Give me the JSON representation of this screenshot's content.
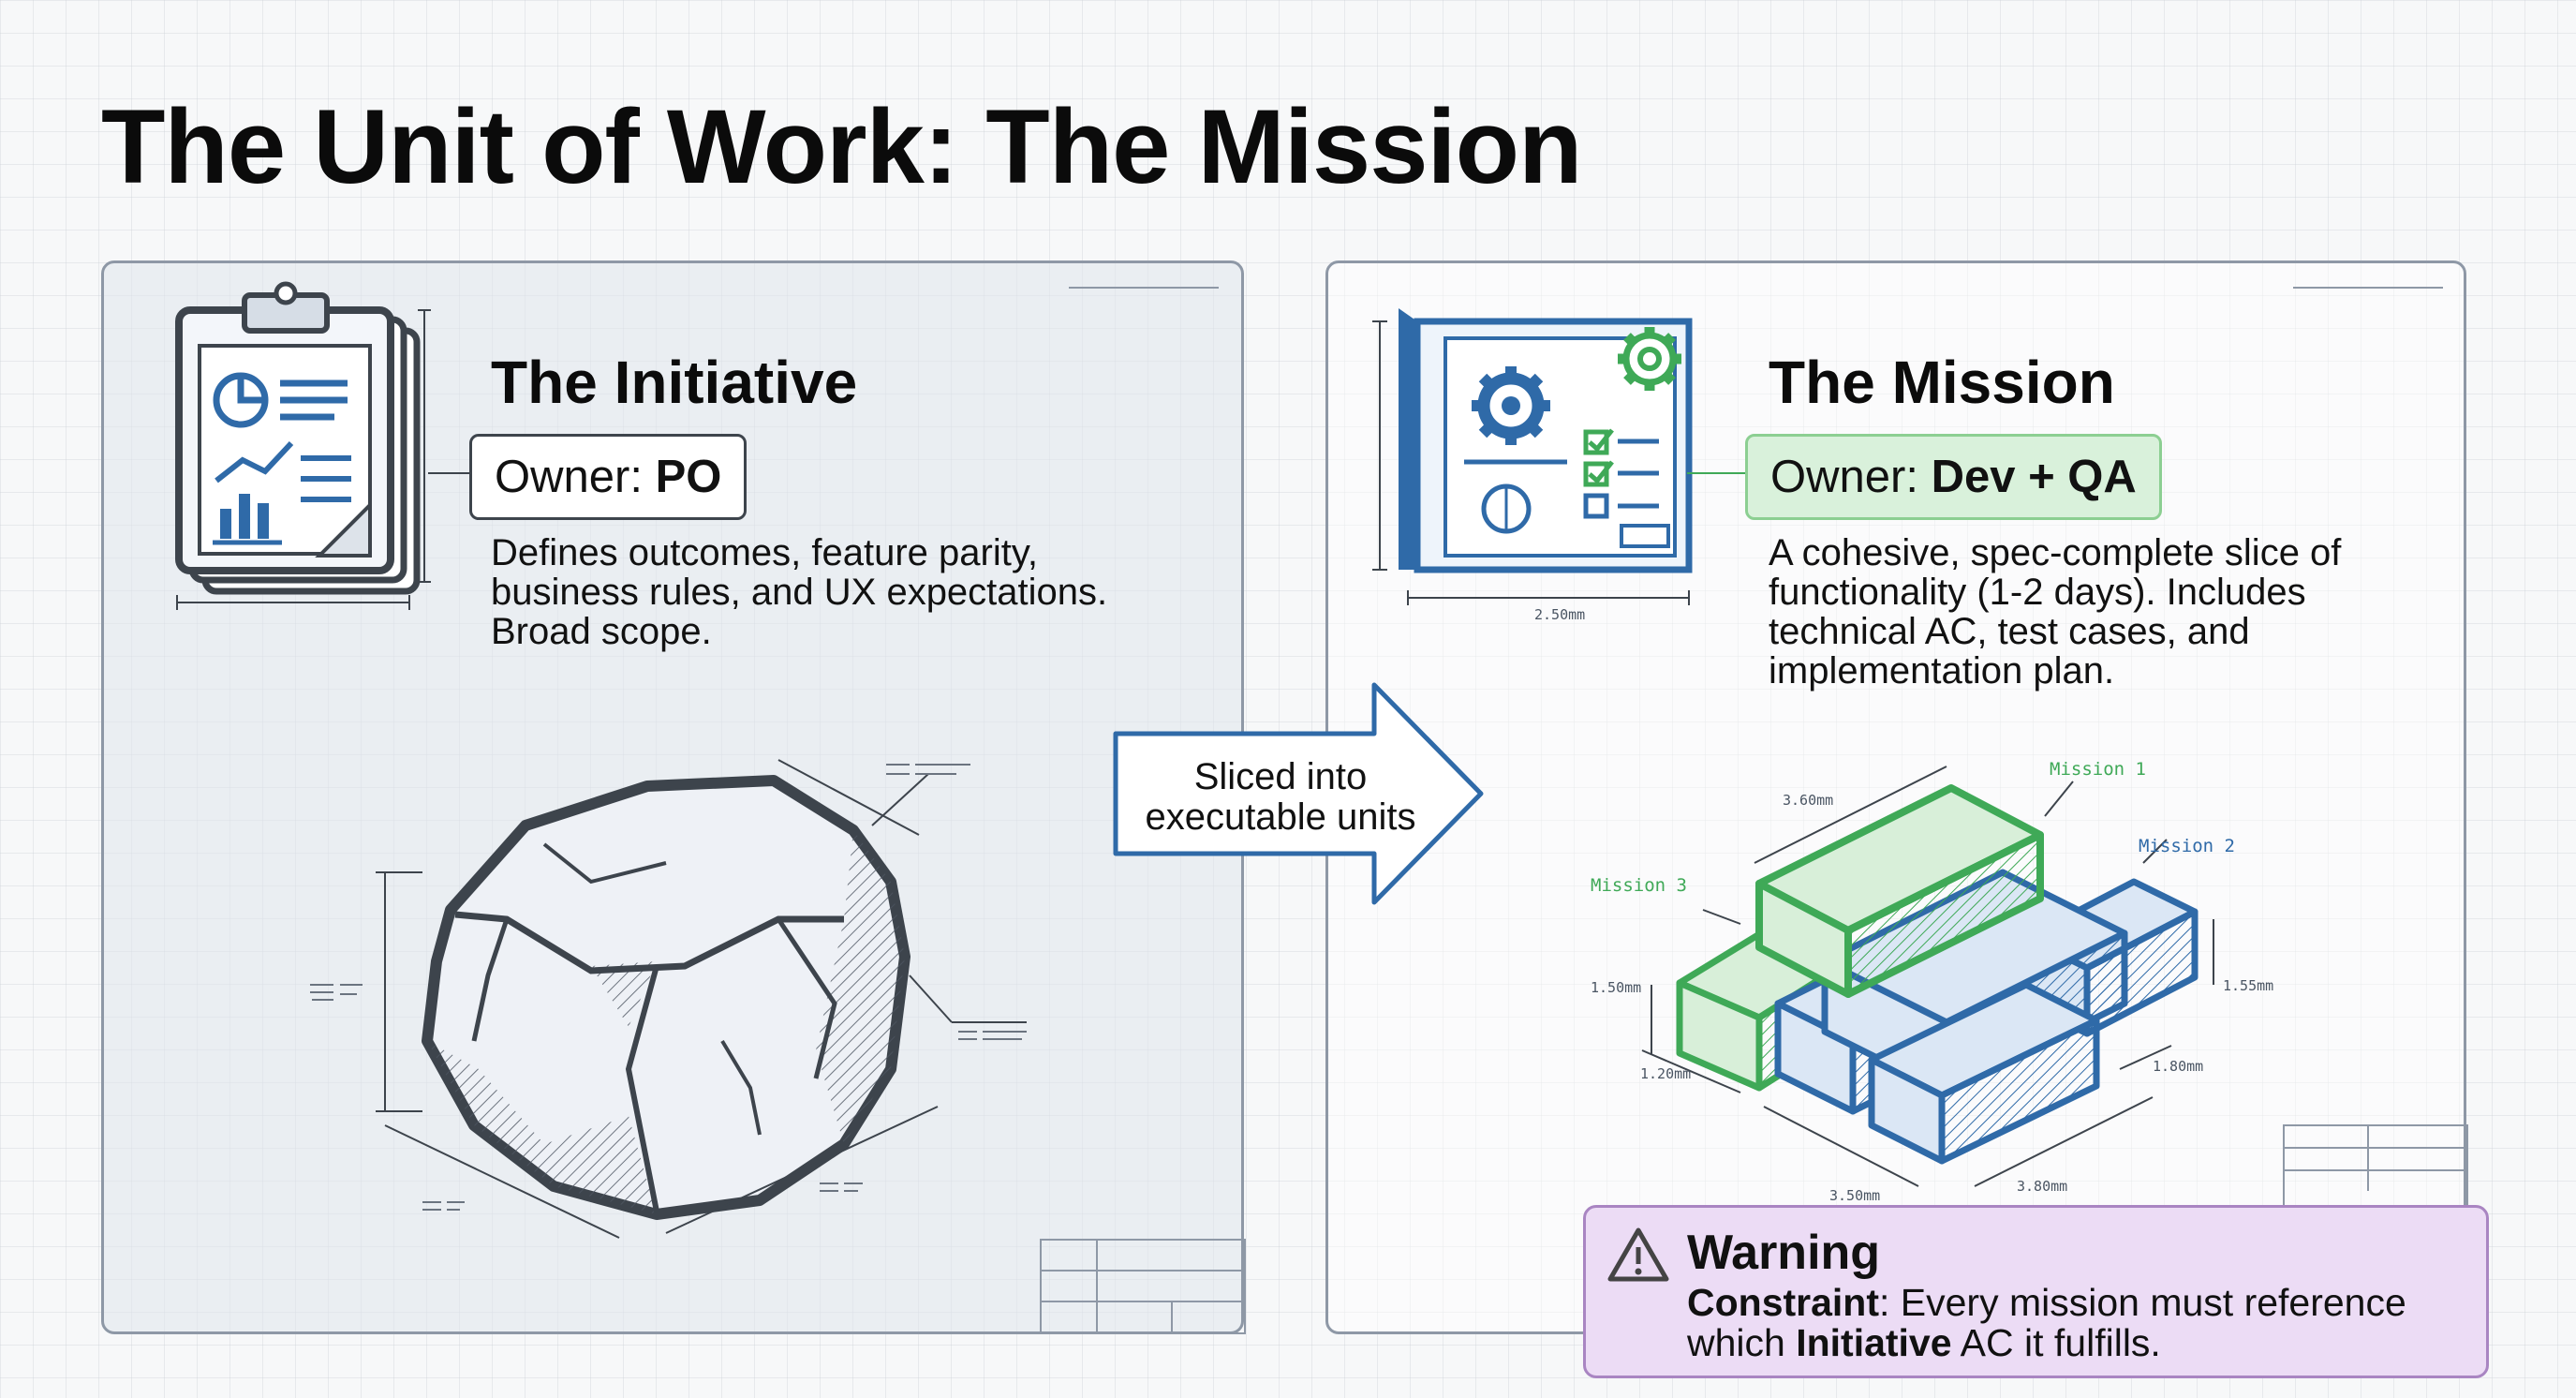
{
  "title": "The Unit of Work: The Mission",
  "initiative": {
    "heading": "The Initiative",
    "owner_label": "Owner: ",
    "owner_value": "PO",
    "description": "Defines outcomes, feature parity, business rules, and UX expectations. Broad scope."
  },
  "transition": {
    "label": "Sliced into executable units"
  },
  "mission": {
    "heading": "The Mission",
    "owner_label": "Owner: ",
    "owner_value": "Dev + QA",
    "description": "A cohesive, spec-complete slice of functionality (1-2 days). Includes technical AC, test cases, and implementation plan.",
    "dimension_label": "2.50mm",
    "block_labels": {
      "m1": "Mission 1",
      "m2": "Mission 2",
      "m3": "Mission 3"
    },
    "dimensions": {
      "top": "3.60mm",
      "left_height": "1.50mm",
      "right_height": "1.55mm",
      "front_left": "1.20mm",
      "front_right": "1.80mm",
      "bottom_left": "3.50mm",
      "bottom_right": "3.80mm"
    }
  },
  "warning": {
    "title": "Warning",
    "text_bold_1": "Constraint",
    "text_1": ": Every mission must reference which ",
    "text_bold_2": "Initiative",
    "text_2": " AC it fulfills."
  },
  "colors": {
    "blue": "#2f6aa8",
    "green": "#3fa957",
    "warning_bg": "#ecdcf5",
    "owner_green_bg": "#d9f1db"
  },
  "icons": [
    "clipboard-report-icon",
    "blueprint-gears-icon",
    "warning-triangle-icon",
    "arrow-right-icon"
  ]
}
